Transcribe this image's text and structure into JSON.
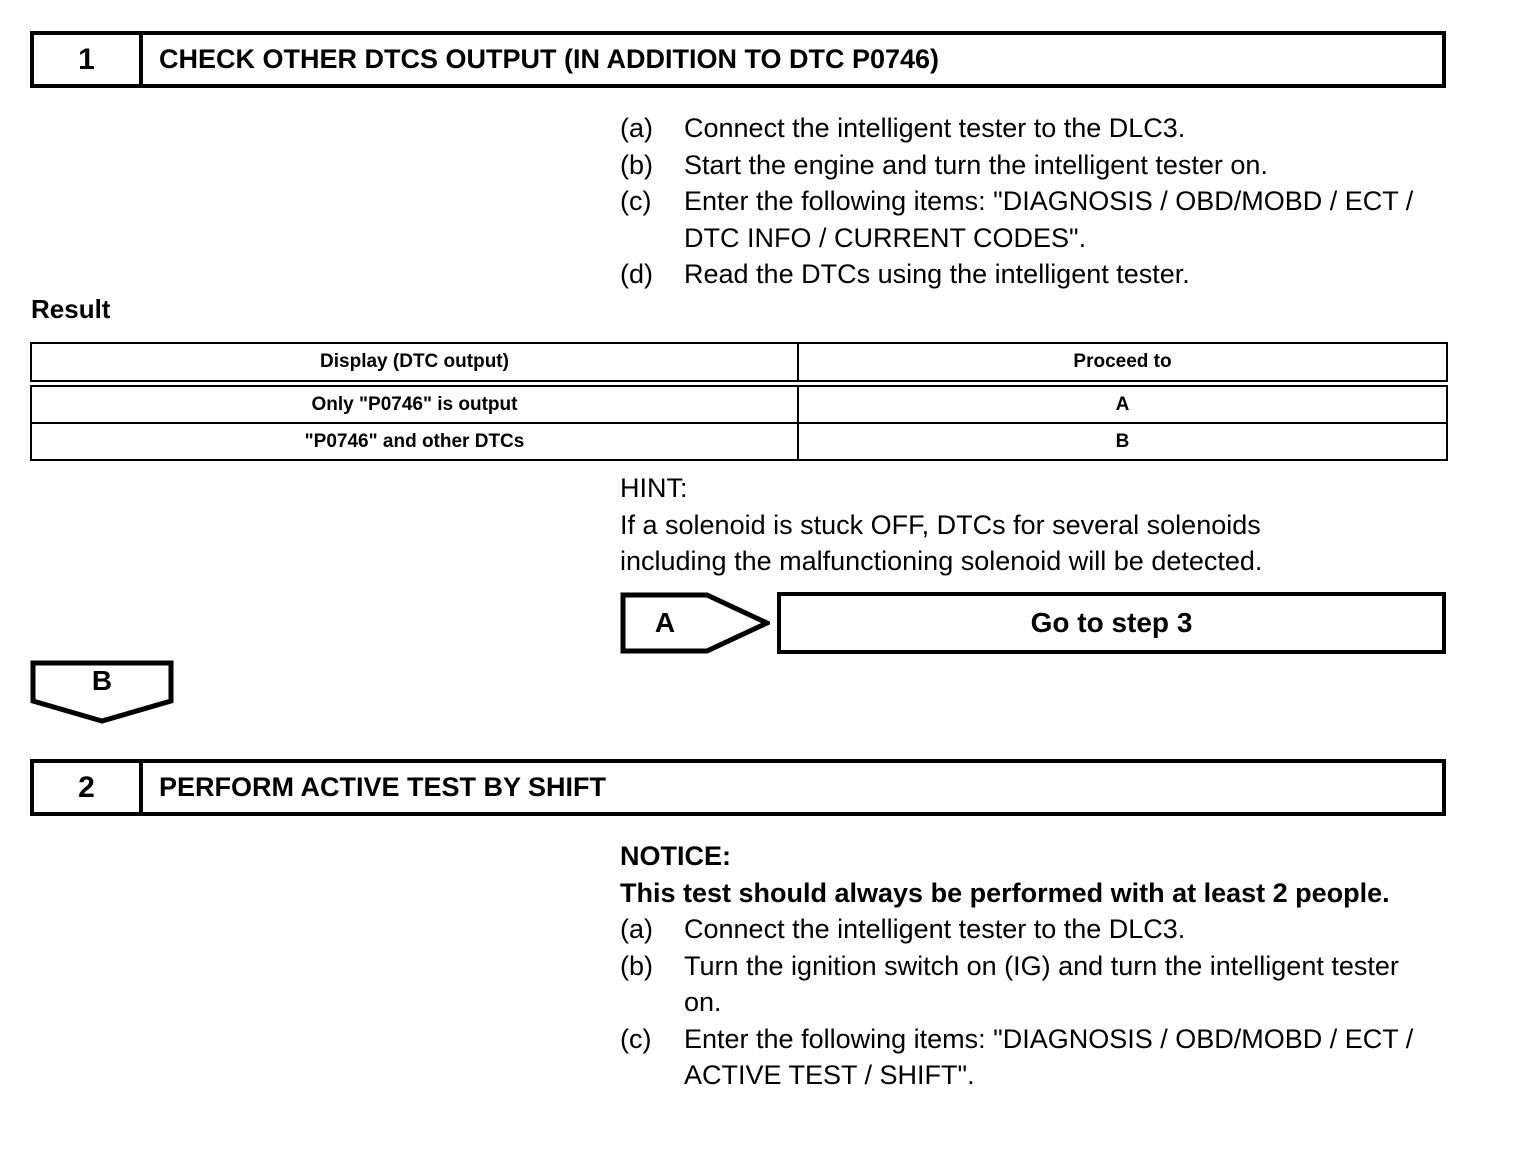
{
  "steps": [
    {
      "number": "1",
      "title": "CHECK OTHER DTCS OUTPUT (IN ADDITION TO DTC P0746)",
      "procedures": [
        {
          "marker": "(a)",
          "text": "Connect the intelligent tester to the DLC3."
        },
        {
          "marker": "(b)",
          "text": "Start the engine and turn the intelligent tester on."
        },
        {
          "marker": "(c)",
          "text": "Enter the following items: \"DIAGNOSIS / OBD/MOBD / ECT / DTC INFO / CURRENT CODES\"."
        },
        {
          "marker": "(d)",
          "text": "Read the DTCs using the intelligent tester."
        }
      ]
    },
    {
      "number": "2",
      "title": "PERFORM ACTIVE TEST BY SHIFT",
      "notice": {
        "heading": "NOTICE:",
        "body": "This test should always be performed with at least 2 people."
      },
      "procedures": [
        {
          "marker": "(a)",
          "text": "Connect the intelligent tester to the DLC3."
        },
        {
          "marker": "(b)",
          "text": "Turn the ignition switch on (IG) and turn the intelligent tester on."
        },
        {
          "marker": "(c)",
          "text": "Enter the following items: \"DIAGNOSIS / OBD/MOBD / ECT / ACTIVE TEST / SHIFT\"."
        }
      ]
    }
  ],
  "result": {
    "label": "Result",
    "headers": [
      "Display (DTC output)",
      "Proceed to"
    ],
    "rows": [
      [
        "Only \"P0746\" is output",
        "A"
      ],
      [
        "\"P0746\" and other DTCs",
        "B"
      ]
    ]
  },
  "hint": {
    "heading": "HINT:",
    "line1": "If a solenoid is stuck OFF, DTCs for several solenoids",
    "line2": "including the malfunctioning solenoid will be detected."
  },
  "flow": {
    "a": {
      "letter": "A",
      "target": "Go to step 3"
    },
    "b": {
      "letter": "B"
    }
  }
}
